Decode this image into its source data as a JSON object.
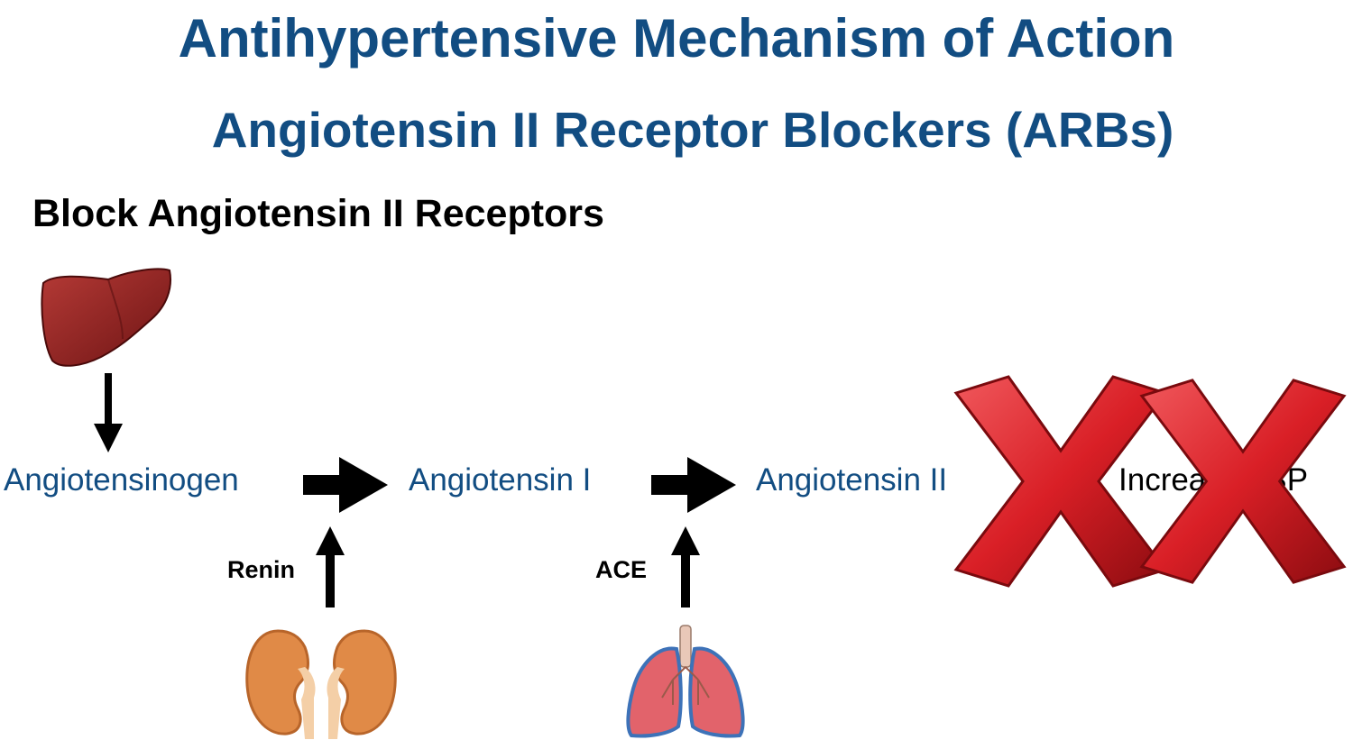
{
  "title": "Antihypertensive Mechanism of Action",
  "subtitle": "Angiotensin II Receptor Blockers (ARBs)",
  "heading": "Block Angiotensin II Receptors",
  "pathway": {
    "nodes": [
      "Angiotensinogen",
      "Angiotensin I",
      "Angiotensin II"
    ],
    "outcome": "Increased BP",
    "enzymes": [
      "Renin",
      "ACE"
    ]
  },
  "icons": {
    "source_organ": "liver-icon",
    "renin_organ": "kidneys-icon",
    "ace_organ": "lungs-icon",
    "block_mark": "red-x-icon"
  },
  "colors": {
    "title": "#124d82",
    "node": "#124d82",
    "liver": "#8e1f1f",
    "kidney": "#e08a47",
    "lung": "#e2636b",
    "block_x": "#d91f26"
  }
}
